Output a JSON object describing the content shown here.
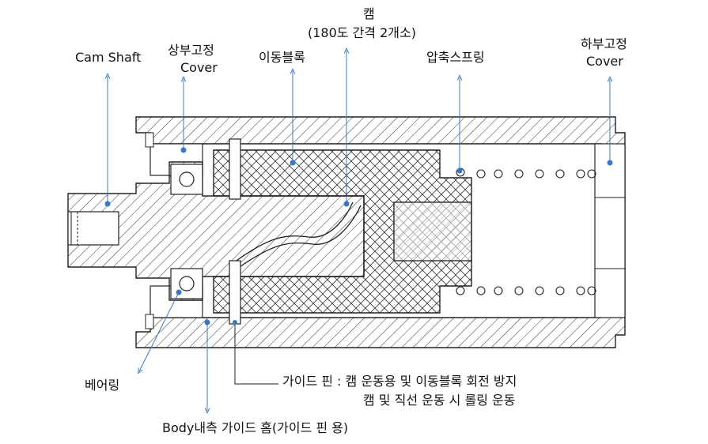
{
  "labels": {
    "cam_shaft": "Cam Shaft",
    "upper_cover_line1": "상부고정",
    "upper_cover_line2": "Cover",
    "moving_block": "이동블록",
    "cam_line1": "캠",
    "cam_line2": "(180도 간격 2개소)",
    "spring": "압축스프링",
    "lower_cover_line1": "하부고정",
    "lower_cover_line2": "Cover",
    "bearing": "베어링",
    "guide_pin_line1": "가이드 핀 : 캠 운동용 및 이동블록 회전 방지",
    "guide_pin_line2": "캠 및 직선 운동 시 롤링 운동",
    "body_groove": "Body내측 가이드 홈(가이드 핀 용)"
  },
  "colors": {
    "leader": "#3a78c4",
    "line": "#222222",
    "text": "#111111"
  }
}
